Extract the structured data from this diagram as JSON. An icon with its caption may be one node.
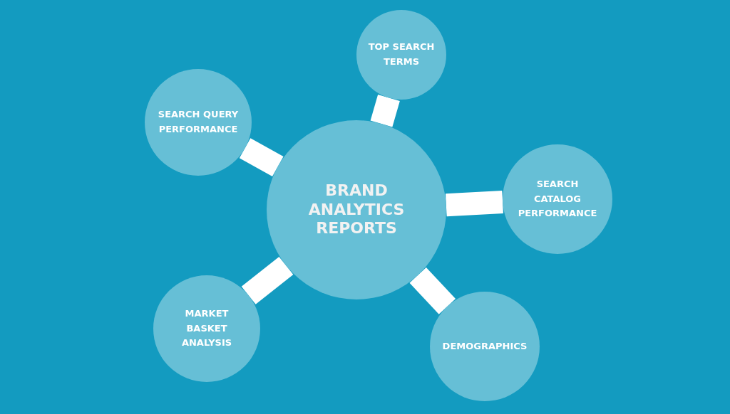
{
  "diagram": {
    "nodes": [
      {
        "text": [
          "BRAND ANALYTICS REPORTS"
        ]
      },
      {
        "text": [
          "TOP SEARCH TERMS"
        ]
      },
      {
        "text": [
          "SEARCH QUERY PERFORMANCE"
        ]
      },
      {
        "text": [
          "SEARCH CATALOG PERFORMANCE"
        ]
      },
      {
        "text": [
          "MARKET BASKET ANALYSIS"
        ]
      },
      {
        "text": [
          "DEMOGRAPHICS"
        ]
      }
    ],
    "edges": [
      {
        "from": 0,
        "to": 1,
        "arrow": "none"
      },
      {
        "from": 0,
        "to": 2,
        "arrow": "none"
      },
      {
        "from": 0,
        "to": 3,
        "arrow": "none"
      },
      {
        "from": 0,
        "to": 4,
        "arrow": "none"
      },
      {
        "from": 0,
        "to": 5,
        "arrow": "none"
      }
    ]
  }
}
